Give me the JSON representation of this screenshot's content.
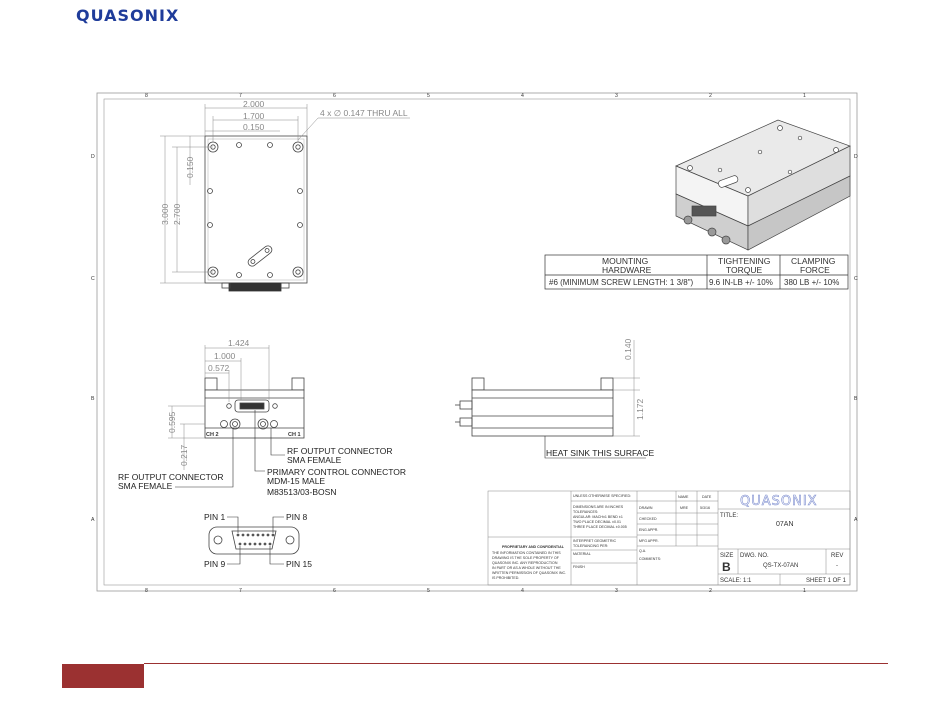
{
  "brand": {
    "logo_text": "QUASONIX",
    "accent_color": "#1f3c9a",
    "footer_color": "#9b3131"
  },
  "frame": {
    "zones_top": [
      "8",
      "7",
      "6",
      "5",
      "4",
      "3",
      "2",
      "1"
    ],
    "zones_bottom": [
      "8",
      "7",
      "6",
      "5",
      "4",
      "3",
      "2",
      "1"
    ],
    "zones_left": [
      "D",
      "C",
      "B",
      "A"
    ],
    "zones_right": [
      "D",
      "C",
      "B",
      "A"
    ]
  },
  "top_view": {
    "dims": [
      "2.000",
      "1.700",
      "0.150"
    ],
    "hole_note": "4 x ∅ 0.147 THRU ALL",
    "vert_dims": [
      "3.000",
      "2.700",
      "0.150"
    ]
  },
  "table": {
    "headers": [
      "MOUNTING\nHARDWARE",
      "TIGHTENING\nTORQUE",
      "CLAMPING\nFORCE"
    ],
    "header_lines": [
      [
        "MOUNTING",
        "HARDWARE"
      ],
      [
        "TIGHTENING",
        "TORQUE"
      ],
      [
        "CLAMPING",
        "FORCE"
      ]
    ],
    "row": [
      "#6 (MINIMUM SCREW LENGTH: 1 3/8\")",
      "9.6 IN-LB +/- 10%",
      "380 LB +/- 10%"
    ]
  },
  "front_view": {
    "dims": [
      "1.424",
      "1.000",
      "0.572"
    ],
    "vert_dims": [
      "0.595",
      "0.217"
    ],
    "ch_labels": [
      "CH 2",
      "CH 1"
    ],
    "callouts": {
      "rf_right_1": "RF OUTPUT CONNECTOR",
      "rf_right_2": "SMA FEMALE",
      "primary_1": "PRIMARY CONTROL CONNECTOR",
      "primary_2": "MDM-15 MALE",
      "primary_3": "M83513/03-BOSN",
      "rf_left_1": "RF OUTPUT CONNECTOR",
      "rf_left_2": "SMA FEMALE"
    }
  },
  "side_view": {
    "vert_dims": [
      "0.140",
      "1.172"
    ],
    "heat_sink": "HEAT SINK THIS SURFACE"
  },
  "pinout": {
    "pin1": "PIN 1",
    "pin8": "PIN 8",
    "pin9": "PIN 9",
    "pin15": "PIN 15"
  },
  "title_block": {
    "unless": "UNLESS OTHERWISE SPECIFIED:",
    "name_col": "NAME",
    "date_col": "DATE",
    "tol_lines": [
      "DIMENSIONS ARE IN INCHES",
      "TOLERANCES:",
      "ANGULAR: MACH±1  BEND ±1",
      "TWO PLACE DECIMAL  ±0.01",
      "THREE PLACE DECIMAL  ±0.005"
    ],
    "interp_lines": [
      "INTERPRET GEOMETRIC",
      "TOLERANCING PER:"
    ],
    "material": "MATERIAL",
    "finish": "FINISH",
    "rows": [
      "DRAWN",
      "CHECKED",
      "ENG APPR.",
      "MFG APPR.",
      "Q.A.",
      "COMMENTS:"
    ],
    "drawn_name": "MRE",
    "drawn_date": "5/3/16",
    "prop_title": "PROPRIETARY AND CONFIDENTIAL",
    "prop_lines": [
      "THE INFORMATION CONTAINED IN THIS",
      "DRAWING IS THE SOLE PROPERTY OF",
      "QUASONIX INC.  ANY REPRODUCTION",
      "IN PART OR AS A WHOLE WITHOUT THE",
      "WRITTEN PERMISSION OF QUASONIX INC.",
      "IS PROHIBITED."
    ],
    "logo": "QUASONIX",
    "title_label": "TITLE:",
    "title_value": "07AN",
    "size_label": "SIZE",
    "dwg_label": "DWG.  NO.",
    "rev_label": "REV",
    "size_value": "B",
    "dwg_value": "QS-TX-07AN",
    "rev_value": "-",
    "scale": "SCALE: 1:1",
    "sheet": "SHEET 1 OF 1"
  }
}
